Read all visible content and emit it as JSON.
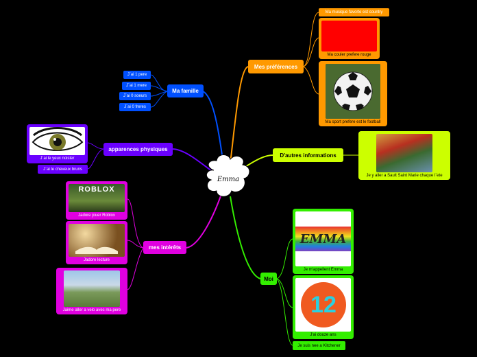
{
  "center": {
    "label": "Emma"
  },
  "colors": {
    "blue": "#0050ff",
    "purple": "#6a00ff",
    "magenta": "#e000e0",
    "orange": "#ff9900",
    "lime": "#ccff00",
    "green": "#33ee00"
  },
  "branches": {
    "famille": {
      "label": "Ma famille",
      "items": [
        "J`ai 1 pere",
        "J`ai 1 mere",
        "J`ai 0 soeurs",
        "J`ai 0 freres"
      ]
    },
    "physique": {
      "label": "apparences physiques",
      "eye_caption": "J`ai le yeux noister",
      "hair": "J`ai le cheveux bruns"
    },
    "interets": {
      "label": "mes intérêts",
      "roblox_caption": "Jadore jouer Roblox",
      "roblox_logo": "ROBLOX",
      "lecture_caption": "Jadore lecture",
      "velo_caption": "Jaime aller a velo avec ma pere"
    },
    "preferences": {
      "label": "Mes préférences",
      "music": "Ma musique favorte est country",
      "color_caption": "Ma couler prefere rouge",
      "color_swatch": "#ff0000",
      "sport_caption": "Ma sport prefere est le football"
    },
    "autres": {
      "label": "D'autres informations",
      "caption": "Je y aller a Sault Saint Marie chaque l`ete"
    },
    "moi": {
      "label": "Moi",
      "name_caption": "Je m'appellent Emma",
      "name_image_text": "EMMA",
      "age_number": "12",
      "age_caption": "J'ai douze ans",
      "born": "Je suis nee a Kitchener"
    }
  }
}
